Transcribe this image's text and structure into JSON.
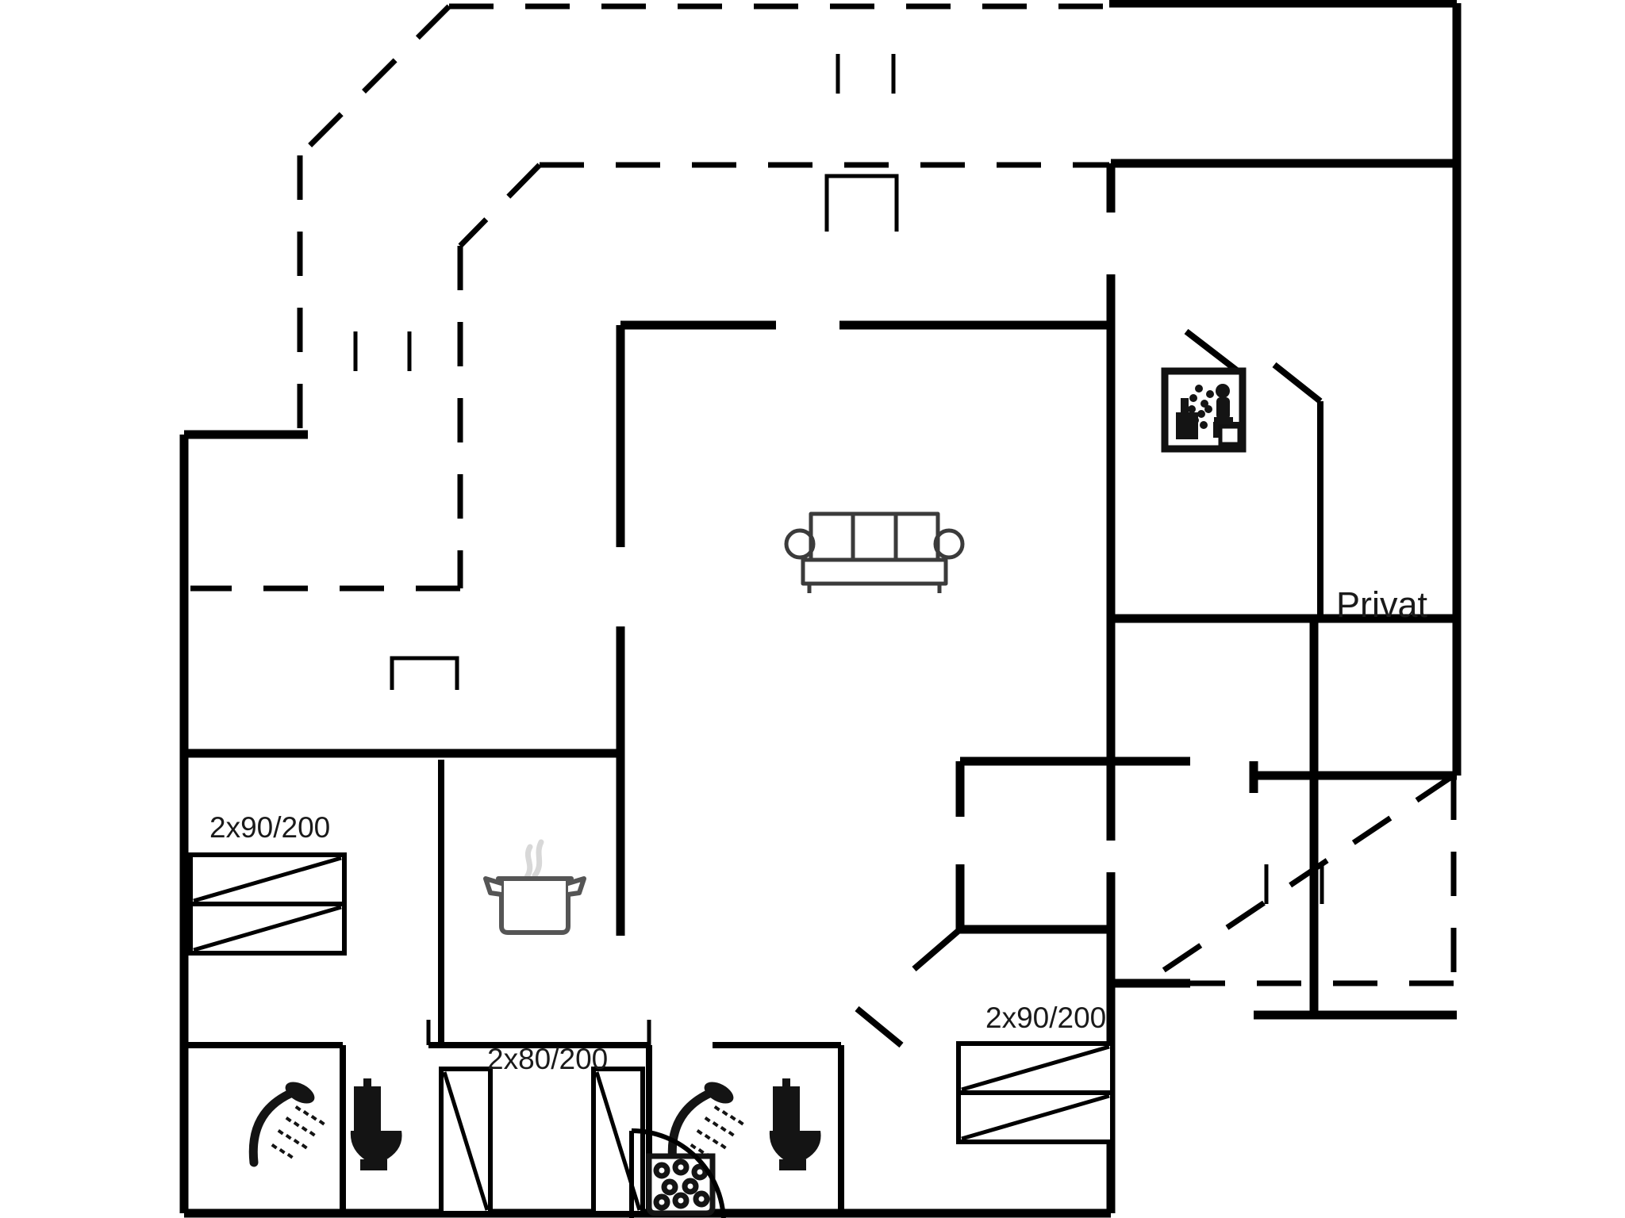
{
  "document": {
    "type": "floor-plan",
    "title": "Holiday house floor plan",
    "background_color": "#ffffff",
    "line_color": "#000000"
  },
  "labels": {
    "bedroom_left_beds": "2x90/200",
    "bunk_beds_middle": "2x80/200",
    "bedroom_right_beds": "2x90/200",
    "private_area": "Privat"
  },
  "icons": {
    "sofa": "sofa-icon",
    "sauna": "sauna-icon",
    "cooking_pot": "cooking-pot-icon",
    "shower_left": "shower-icon",
    "toilet_left": "toilet-icon",
    "shower_right": "shower-icon",
    "toilet_right": "toilet-icon",
    "washing_machine": "washing-machine-icon"
  },
  "rooms": [
    {
      "name": "living-room",
      "label": ""
    },
    {
      "name": "kitchen",
      "label": ""
    },
    {
      "name": "bedroom-left",
      "label": "2x90/200"
    },
    {
      "name": "bedroom-right",
      "label": "2x90/200"
    },
    {
      "name": "bunk-room",
      "label": "2x80/200"
    },
    {
      "name": "bathroom-left",
      "label": ""
    },
    {
      "name": "bathroom-right",
      "label": ""
    },
    {
      "name": "sauna-room",
      "label": ""
    },
    {
      "name": "private-room",
      "label": "Privat"
    },
    {
      "name": "terrace",
      "label": ""
    }
  ],
  "beds": [
    {
      "name": "bed-left-upper",
      "spec": "2x90/200"
    },
    {
      "name": "bed-left-lower",
      "spec": "2x90/200"
    },
    {
      "name": "bunk-bed-left",
      "spec": "2x80/200"
    },
    {
      "name": "bunk-bed-right",
      "spec": "2x80/200"
    },
    {
      "name": "bed-right-upper",
      "spec": "2x90/200"
    },
    {
      "name": "bed-right-lower",
      "spec": "2x90/200"
    }
  ],
  "colors": {
    "wall": "#000000",
    "furniture": "#3b3b3b",
    "steam": "#d8d8d8",
    "text": "#1a1a1a",
    "paper": "#ffffff"
  }
}
